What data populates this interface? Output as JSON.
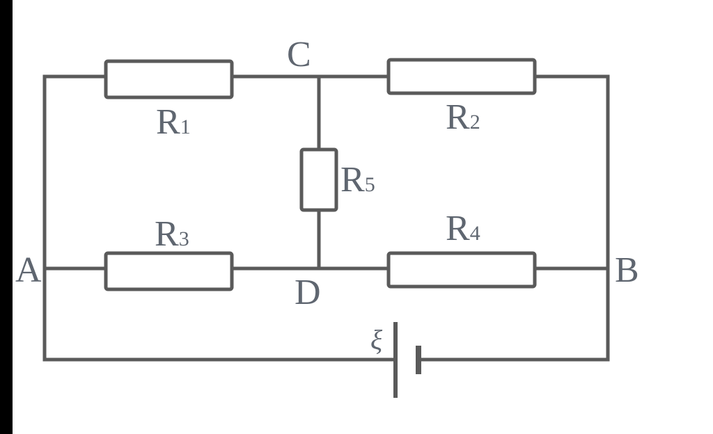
{
  "nodes": {
    "a": "A",
    "b": "B",
    "c": "C",
    "d": "D"
  },
  "resistors": {
    "r1": {
      "letter": "R",
      "sub": "1"
    },
    "r2": {
      "letter": "R",
      "sub": "2"
    },
    "r3": {
      "letter": "R",
      "sub": "3"
    },
    "r4": {
      "letter": "R",
      "sub": "4"
    },
    "r5": {
      "letter": "R",
      "sub": "5"
    }
  },
  "source": {
    "emf": "ξ"
  },
  "colors": {
    "wire": "#5a5a5a",
    "text": "#5f6670",
    "border": "#000000"
  }
}
